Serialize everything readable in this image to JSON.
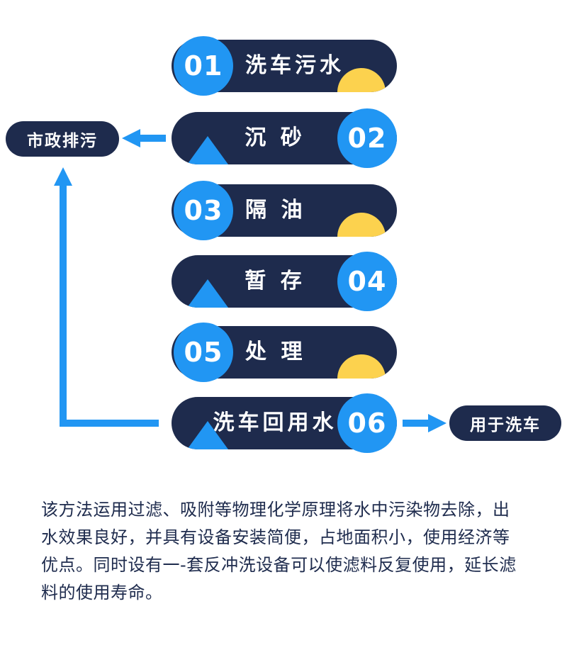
{
  "colors": {
    "navy": "#1e2b4d",
    "blue": "#2196f3",
    "yellow": "#fcd24e"
  },
  "diagram": {
    "steps": [
      {
        "num": "01",
        "label": "洗车污水"
      },
      {
        "num": "02",
        "label": "沉 砂"
      },
      {
        "num": "03",
        "label": "隔 油"
      },
      {
        "num": "04",
        "label": "暂 存"
      },
      {
        "num": "05",
        "label": "处 理"
      },
      {
        "num": "06",
        "label": "洗车回用水"
      }
    ],
    "municipal_label": "市政排污",
    "reuse_label": "用于洗车"
  },
  "description": "该方法运用过滤、吸附等物理化学原理将水中污染物去除，出水效果良好，并具有设备安装简便，占地面积小，使用经济等优点。同时设有一-套反冲洗设备可以使滤料反复使用，延长滤料的使用寿命。"
}
